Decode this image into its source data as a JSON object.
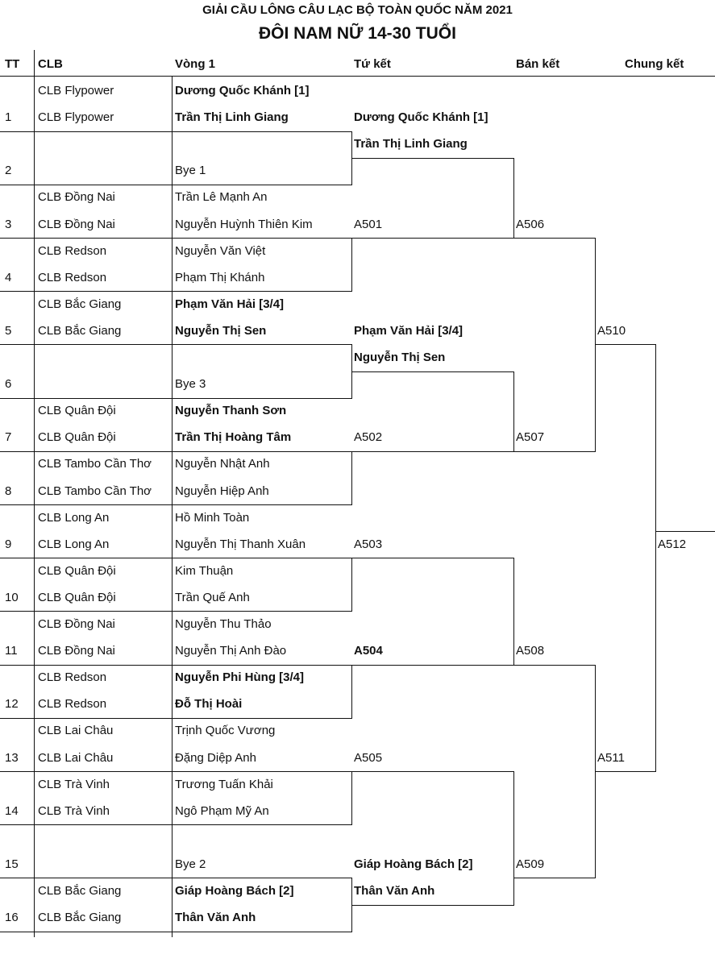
{
  "title": "GIẢI CẦU LÔNG CÂU LẠC BỘ TOÀN QUỐC NĂM 2021",
  "subtitle": "ĐÔI NAM NỮ 14-30 TUỔI",
  "headers": {
    "tt": "TT",
    "clb": "CLB",
    "vong1": "Vòng 1",
    "tuket": "Tứ kết",
    "bankket": "Bán kết",
    "chungket": "Chung kết"
  },
  "entries": [
    {
      "tt": "1",
      "club1": "CLB Flypower",
      "club2": "CLB Flypower",
      "p1": "Dương Quốc Khánh [1]",
      "p2": "Trần Thị Linh Giang",
      "bold": true
    },
    {
      "tt": "2",
      "club1": "",
      "club2": "",
      "p1": "",
      "p2": "Bye 1",
      "bold": false
    },
    {
      "tt": "3",
      "club1": "CLB Đồng Nai",
      "club2": "CLB Đồng Nai",
      "p1": "Trần Lê Mạnh An",
      "p2": "Nguyễn Huỳnh Thiên Kim",
      "bold": false
    },
    {
      "tt": "4",
      "club1": "CLB Redson",
      "club2": "CLB Redson",
      "p1": "Nguyễn Văn Việt",
      "p2": "Phạm Thị Khánh",
      "bold": false
    },
    {
      "tt": "5",
      "club1": "CLB Bắc Giang",
      "club2": "CLB Bắc Giang",
      "p1": "Phạm Văn Hải [3/4]",
      "p2": "Nguyễn Thị Sen",
      "bold": true
    },
    {
      "tt": "6",
      "club1": "",
      "club2": "",
      "p1": "",
      "p2": "Bye 3",
      "bold": false
    },
    {
      "tt": "7",
      "club1": "CLB Quân Đội",
      "club2": "CLB Quân Đội",
      "p1": "Nguyễn Thanh Sơn",
      "p2": "Trần Thị Hoàng Tâm",
      "bold": true
    },
    {
      "tt": "8",
      "club1": "CLB Tambo Cần Thơ",
      "club2": "CLB Tambo Cần Thơ",
      "p1": "Nguyễn Nhật Anh",
      "p2": "Nguyễn Hiệp Anh",
      "bold": false
    },
    {
      "tt": "9",
      "club1": "CLB Long An",
      "club2": "CLB Long An",
      "p1": "Hồ Minh Toàn",
      "p2": "Nguyễn Thị Thanh Xuân",
      "bold": false
    },
    {
      "tt": "10",
      "club1": "CLB Quân Đội",
      "club2": "CLB Quân Đội",
      "p1": "Kim Thuận",
      "p2": "Trần Quế Anh",
      "bold": false
    },
    {
      "tt": "11",
      "club1": "CLB Đồng Nai",
      "club2": "CLB Đồng Nai",
      "p1": "Nguyễn Thu Thảo",
      "p2": "Nguyễn Thị Anh Đào",
      "bold": false
    },
    {
      "tt": "12",
      "club1": "CLB Redson",
      "club2": "CLB Redson",
      "p1": "Nguyễn Phi Hùng [3/4]",
      "p2": "Đỗ Thị Hoài",
      "bold": true
    },
    {
      "tt": "13",
      "club1": "CLB Lai Châu",
      "club2": "CLB Lai Châu",
      "p1": "Trịnh Quốc Vương",
      "p2": "Đặng Diệp Anh",
      "bold": false
    },
    {
      "tt": "14",
      "club1": "CLB Trà Vinh",
      "club2": "CLB Trà Vinh",
      "p1": "Trương Tuấn Khải",
      "p2": "Ngô Phạm Mỹ An",
      "bold": false
    },
    {
      "tt": "15",
      "club1": "",
      "club2": "",
      "p1": "",
      "p2": "Bye 2",
      "bold": false
    },
    {
      "tt": "16",
      "club1": "CLB Bắc Giang",
      "club2": "CLB Bắc Giang",
      "p1": "Giáp Hoàng Bách [2]",
      "p2": "Thân Văn Anh",
      "bold": true
    }
  ],
  "quarterfinals": [
    {
      "l1": "Dương Quốc Khánh [1]",
      "l2": "Trần Thị Linh Giang",
      "bold": true
    },
    {
      "l1": "A501",
      "l2": "",
      "bold": false
    },
    {
      "l1": "Phạm Văn Hải [3/4]",
      "l2": "Nguyễn Thị Sen",
      "bold": true
    },
    {
      "l1": "A502",
      "l2": "",
      "bold": false
    },
    {
      "l1": "A503",
      "l2": "",
      "bold": false
    },
    {
      "l1": "A504",
      "l2": "",
      "bold": true
    },
    {
      "l1": "A505",
      "l2": "",
      "bold": false
    },
    {
      "l1": "Giáp Hoàng Bách [2]",
      "l2": "Thân Văn Anh",
      "bold": true
    }
  ],
  "semifinals": [
    "A506",
    "A507",
    "A508",
    "A509"
  ],
  "finals": [
    "A510",
    "A511"
  ],
  "championship": "A512"
}
